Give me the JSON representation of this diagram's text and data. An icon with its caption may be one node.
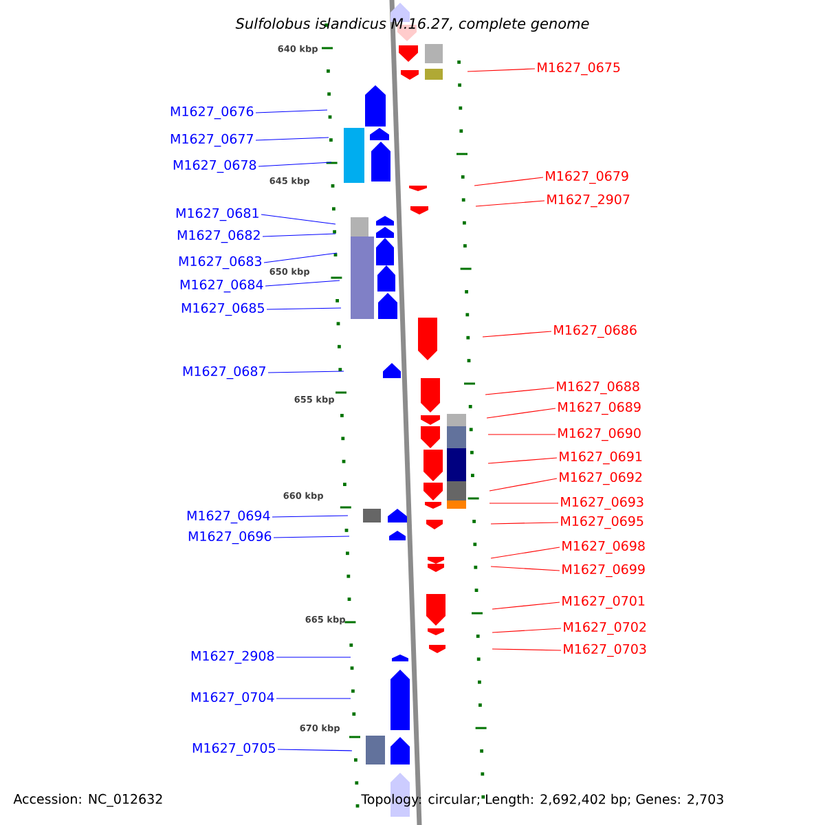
{
  "diagram": {
    "title": "Sulfolobus islandicus M.16.27, complete genome",
    "nodes": [
      {
        "text": [
          "M1627_0676"
        ]
      },
      {
        "text": [
          "M1627_0677"
        ]
      },
      {
        "text": [
          "M1627_0678"
        ]
      },
      {
        "text": [
          "M1627_0681"
        ]
      },
      {
        "text": [
          "M1627_0682"
        ]
      },
      {
        "text": [
          "M1627_0683"
        ]
      },
      {
        "text": [
          "M1627_0684"
        ]
      },
      {
        "text": [
          "M1627_0685"
        ]
      },
      {
        "text": [
          "M1627_0687"
        ]
      },
      {
        "text": [
          "M1627_0694"
        ]
      },
      {
        "text": [
          "M1627_0696"
        ]
      },
      {
        "text": [
          "M1627_2908"
        ]
      },
      {
        "text": [
          "M1627_0704"
        ]
      },
      {
        "text": [
          "M1627_0705"
        ]
      },
      {
        "text": [
          "M1627_0675"
        ]
      },
      {
        "text": [
          "M1627_0679"
        ]
      },
      {
        "text": [
          "M1627_2907"
        ]
      },
      {
        "text": [
          "M1627_0686"
        ]
      },
      {
        "text": [
          "M1627_0688"
        ]
      },
      {
        "text": [
          "M1627_0689"
        ]
      },
      {
        "text": [
          "M1627_0690"
        ]
      },
      {
        "text": [
          "M1627_0691"
        ]
      },
      {
        "text": [
          "M1627_0692"
        ]
      },
      {
        "text": [
          "M1627_0693"
        ]
      },
      {
        "text": [
          "M1627_0695"
        ]
      },
      {
        "text": [
          "M1627_0698"
        ]
      },
      {
        "text": [
          "M1627_0699"
        ]
      },
      {
        "text": [
          "M1627_0701"
        ]
      },
      {
        "text": [
          "M1627_0702"
        ]
      },
      {
        "text": [
          "M1627_0703"
        ]
      }
    ],
    "edges": [
      {
        "from": 0,
        "to": null,
        "arrow": "none",
        "color": "#0000ff"
      },
      {
        "from": 1,
        "to": null,
        "arrow": "none",
        "color": "#0000ff"
      },
      {
        "from": 2,
        "to": null,
        "arrow": "none",
        "color": "#0000ff"
      },
      {
        "from": 3,
        "to": null,
        "arrow": "none",
        "color": "#0000ff"
      },
      {
        "from": 4,
        "to": null,
        "arrow": "none",
        "color": "#0000ff"
      },
      {
        "from": 5,
        "to": null,
        "arrow": "none",
        "color": "#0000ff"
      },
      {
        "from": 6,
        "to": null,
        "arrow": "none",
        "color": "#0000ff"
      },
      {
        "from": 7,
        "to": null,
        "arrow": "none",
        "color": "#0000ff"
      },
      {
        "from": 8,
        "to": null,
        "arrow": "none",
        "color": "#0000ff"
      },
      {
        "from": 9,
        "to": null,
        "arrow": "none",
        "color": "#0000ff"
      },
      {
        "from": 10,
        "to": null,
        "arrow": "none",
        "color": "#0000ff"
      },
      {
        "from": 11,
        "to": null,
        "arrow": "none",
        "color": "#0000ff"
      },
      {
        "from": 12,
        "to": null,
        "arrow": "none",
        "color": "#0000ff"
      },
      {
        "from": 13,
        "to": null,
        "arrow": "none",
        "color": "#0000ff"
      },
      {
        "from": 14,
        "to": null,
        "arrow": "none"
      },
      {
        "from": 15,
        "to": null,
        "arrow": "none"
      },
      {
        "from": 16,
        "to": null,
        "arrow": "none"
      },
      {
        "from": 17,
        "to": null,
        "arrow": "none"
      },
      {
        "from": 18,
        "to": null,
        "arrow": "none"
      },
      {
        "from": 19,
        "to": null,
        "arrow": "none"
      },
      {
        "from": 20,
        "to": null,
        "arrow": "none"
      },
      {
        "from": 21,
        "to": null,
        "arrow": "none"
      },
      {
        "from": 22,
        "to": null,
        "arrow": "none"
      },
      {
        "from": 23,
        "to": null,
        "arrow": "none"
      },
      {
        "from": 24,
        "to": null,
        "arrow": "none"
      },
      {
        "from": 25,
        "to": null,
        "arrow": "none"
      },
      {
        "from": 26,
        "to": null,
        "arrow": "none"
      },
      {
        "from": 27,
        "to": null,
        "arrow": "none"
      },
      {
        "from": 28,
        "to": null,
        "arrow": "none"
      },
      {
        "from": 29,
        "to": null,
        "arrow": "none"
      }
    ],
    "labels": [
      "640 kbp",
      "645 kbp",
      "650 kbp",
      "655 kbp",
      "660 kbp",
      "665 kbp",
      "670 kbp",
      "Accession: NC_012632",
      "Topology: circular; Length: 2,692,402 bp; Genes: 2,703"
    ]
  }
}
